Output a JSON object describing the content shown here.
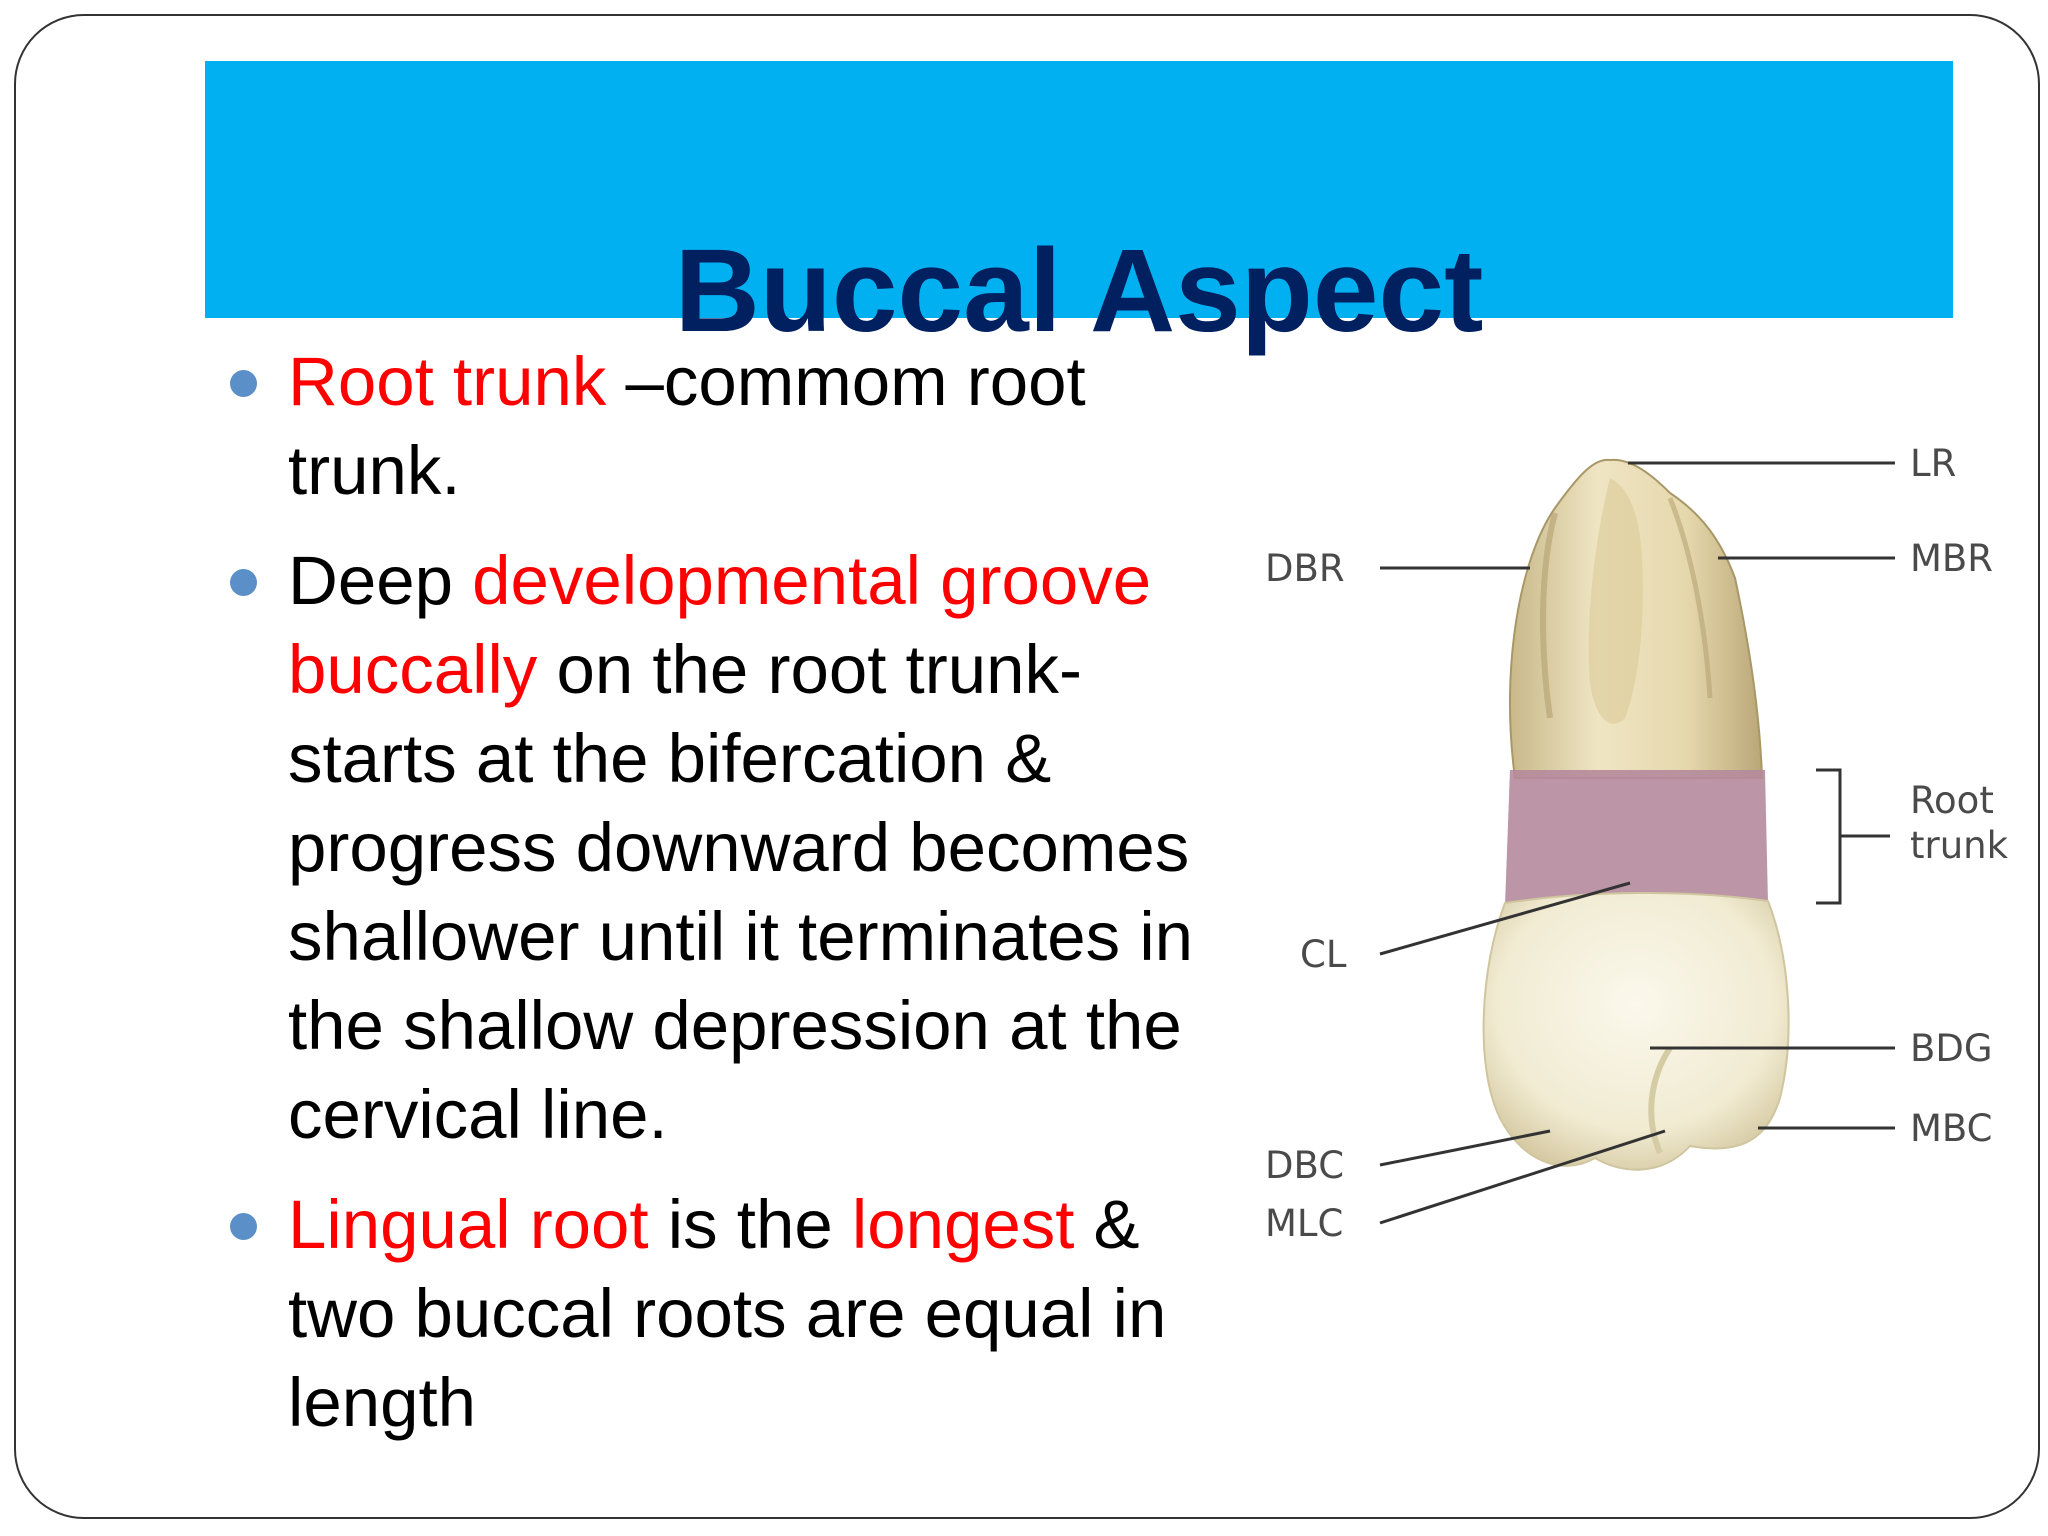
{
  "slide": {
    "title": "Buccal Aspect"
  },
  "bullets": [
    {
      "parts": [
        {
          "text": "Root trunk",
          "highlight": true
        },
        {
          "text": " –commom root trunk.",
          "highlight": false
        }
      ]
    },
    {
      "parts": [
        {
          "text": "Deep ",
          "highlight": false
        },
        {
          "text": "developmental groove buccally",
          "highlight": true
        },
        {
          "text": " on the root trunk- starts at the bifercation & progress downward becomes shallower until it terminates in the shallow depression at the cervical line.",
          "highlight": false
        }
      ]
    },
    {
      "parts": [
        {
          "text": "Lingual root",
          "highlight": true
        },
        {
          "text": " is the ",
          "highlight": false
        },
        {
          "text": "longest",
          "highlight": true
        },
        {
          "text": " & two buccal roots are equal in length",
          "highlight": false
        }
      ]
    }
  ],
  "figure": {
    "labels": {
      "lr": "LR",
      "mbr": "MBR",
      "dbr": "DBR",
      "root_trunk_line1": "Root",
      "root_trunk_line2": "trunk",
      "cl": "CL",
      "bdg": "BDG",
      "mbc": "MBC",
      "dbc": "DBC",
      "mlc": "MLC"
    }
  },
  "colors": {
    "title_bar": "#00b0f0",
    "title_text": "#002060",
    "highlight_text": "#ff0000",
    "body_text": "#000000",
    "bullet": "#5b8fc7",
    "root_trunk_band": "#b58a9c"
  }
}
